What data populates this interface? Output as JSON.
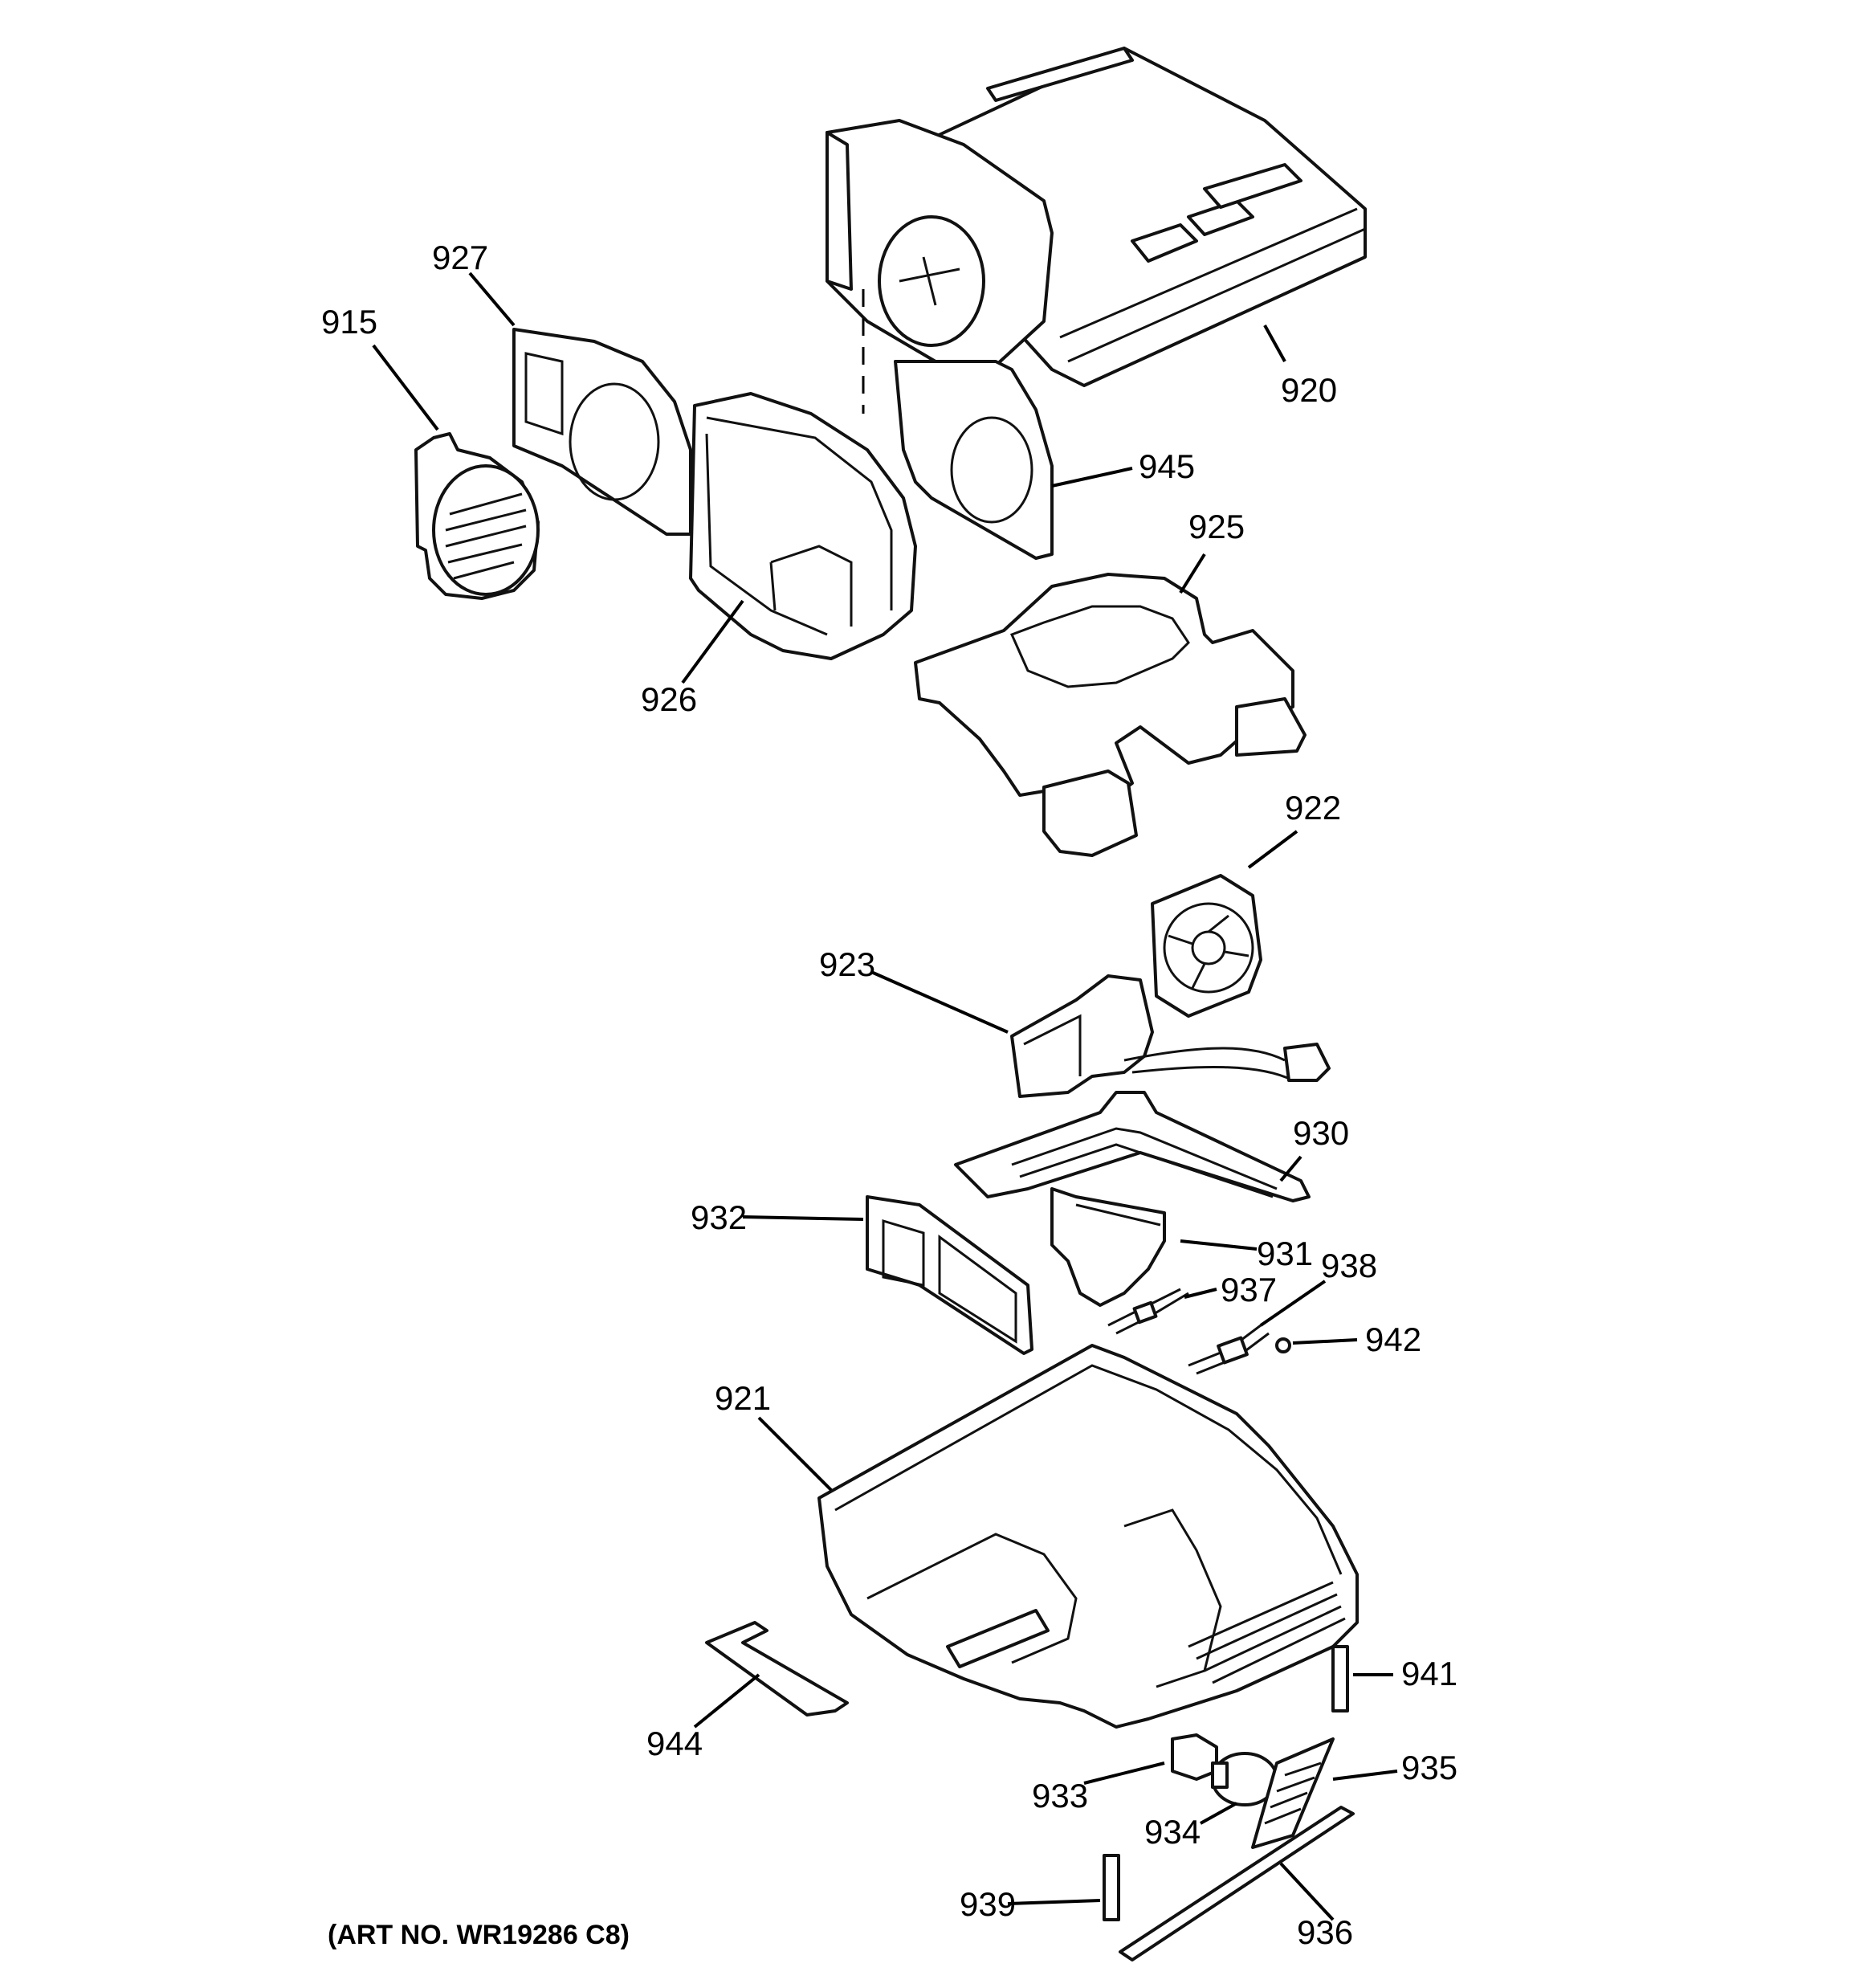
{
  "callouts": {
    "p915": "915",
    "p927": "927",
    "p920": "920",
    "p945": "945",
    "p925": "925",
    "p926": "926",
    "p922": "922",
    "p923": "923",
    "p930": "930",
    "p932": "932",
    "p931": "931",
    "p937": "937",
    "p938": "938",
    "p942": "942",
    "p921": "921",
    "p941": "941",
    "p944": "944",
    "p933": "933",
    "p935": "935",
    "p934": "934",
    "p939": "939",
    "p936": "936"
  },
  "art_number": "(ART NO. WR19286 C8)"
}
